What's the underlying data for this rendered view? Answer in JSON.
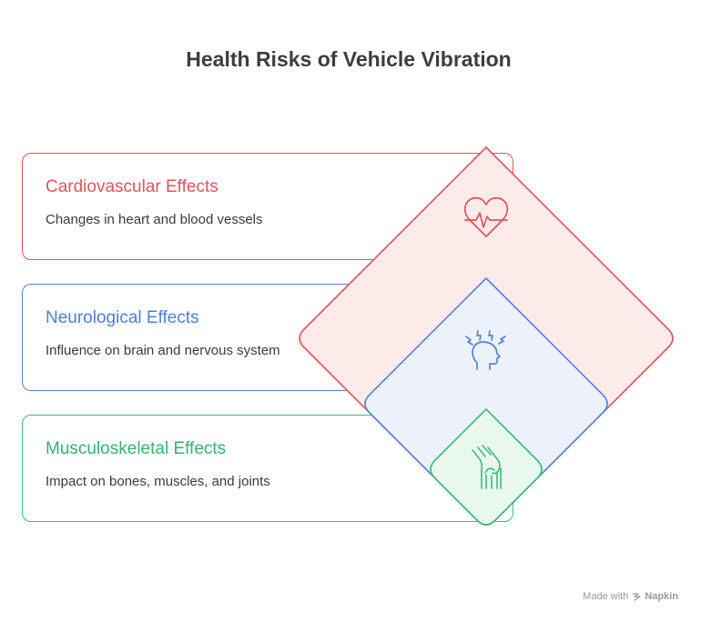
{
  "title": "Health Risks of Vehicle Vibration",
  "items": [
    {
      "title": "Cardiovascular Effects",
      "description": "Changes in heart and blood vessels",
      "icon": "heart-pulse-icon",
      "color": "#e0555a",
      "fill": "#fdebea"
    },
    {
      "title": "Neurological Effects",
      "description": "Influence on brain and nervous system",
      "icon": "head-brain-icon",
      "color": "#5a82d4",
      "fill": "#ecf1fb"
    },
    {
      "title": "Musculoskeletal Effects",
      "description": "Impact on bones, muscles, and joints",
      "icon": "knee-joint-icon",
      "color": "#3dbb79",
      "fill": "#e8f8ee"
    }
  ],
  "footer": {
    "made_with": "Made with",
    "brand": "Napkin"
  }
}
